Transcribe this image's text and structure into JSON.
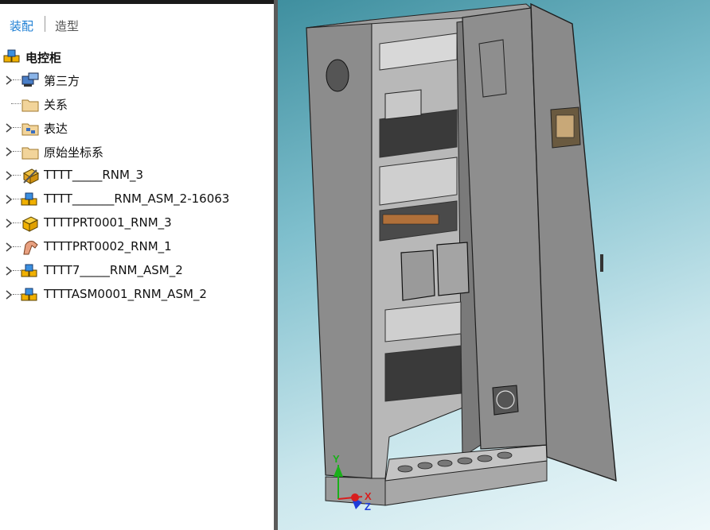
{
  "tabs": {
    "assembly": "装配",
    "modeling": "造型"
  },
  "tree": {
    "root": {
      "label": "电控柜",
      "icon": "assembly-icon"
    },
    "items": [
      {
        "label": "第三方",
        "icon": "third-party-icon"
      },
      {
        "label": "关系",
        "icon": "folder-icon"
      },
      {
        "label": "表达",
        "icon": "expression-icon"
      },
      {
        "label": "原始坐标系",
        "icon": "folder-icon"
      },
      {
        "label": "TTTT_____RNM_3",
        "icon": "part-broken-icon"
      },
      {
        "label": "TTTT_______RNM_ASM_2-16063",
        "icon": "assembly-icon"
      },
      {
        "label": "TTTTPRT0001_RNM_3",
        "icon": "part-icon"
      },
      {
        "label": "TTTTPRT0002_RNM_1",
        "icon": "sheet-part-icon"
      },
      {
        "label": "TTTT7_____RNM_ASM_2",
        "icon": "assembly-icon"
      },
      {
        "label": "TTTTASM0001_RNM_ASM_2",
        "icon": "assembly-icon"
      }
    ]
  },
  "viewport": {
    "axis_labels": {
      "y": "Y",
      "x": "X",
      "z": "Z"
    },
    "colors": {
      "cabinet": "#8a8a8a",
      "axis_y": "#19b019",
      "axis_x": "#d81e1e",
      "axis_z": "#1e3cd8"
    }
  }
}
